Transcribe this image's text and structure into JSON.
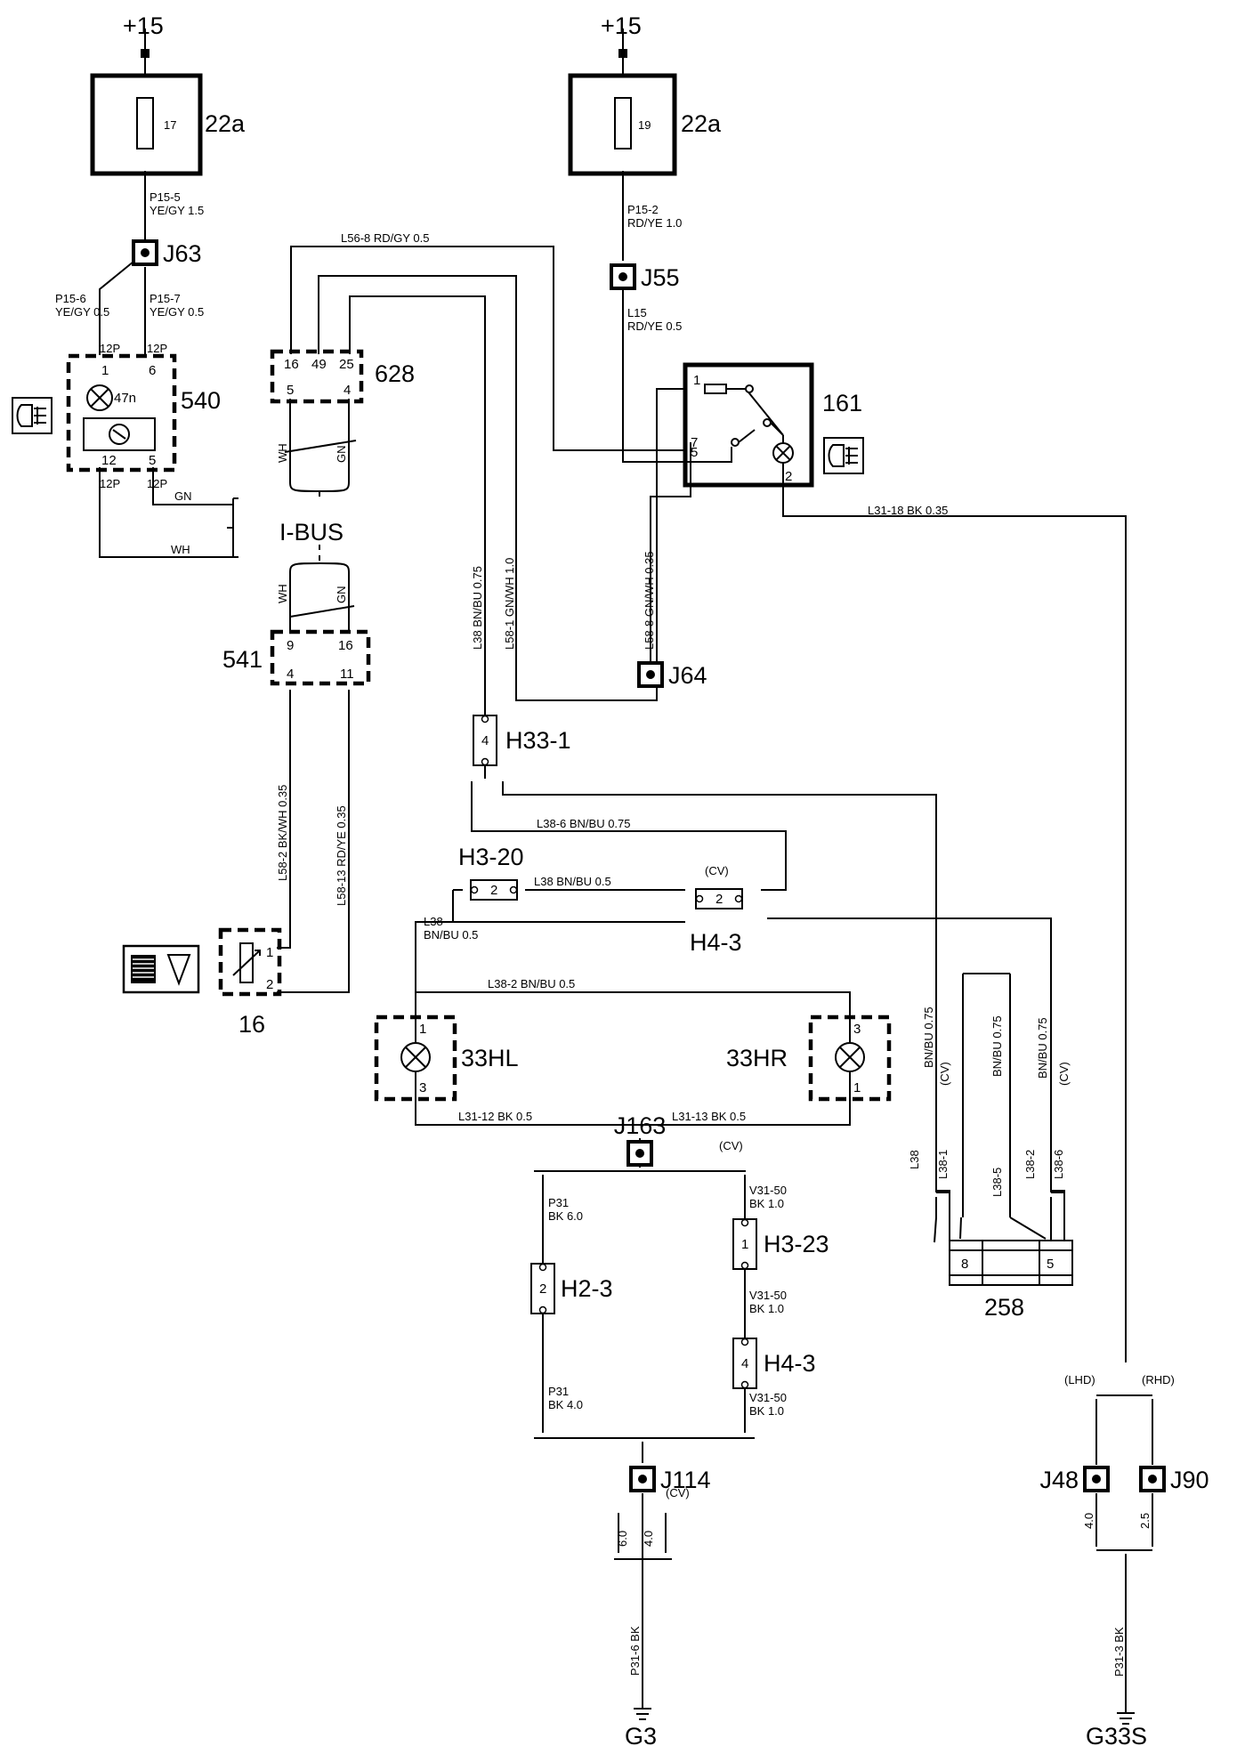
{
  "supply": [
    "+15",
    "+15"
  ],
  "fuses": [
    {
      "num": "17",
      "label": "22a"
    },
    {
      "num": "19",
      "label": "22a"
    }
  ],
  "components": {
    "c540": {
      "label": "540",
      "lamp": "47n",
      "pins": [
        "1",
        "6",
        "12",
        "5"
      ],
      "plugs": [
        "12P",
        "12P",
        "12P",
        "12P"
      ]
    },
    "c628": {
      "label": "628",
      "pins": [
        "16",
        "49",
        "25",
        "5",
        "4"
      ]
    },
    "c161": {
      "label": "161",
      "pins": [
        "1",
        "5",
        "7",
        "2"
      ]
    },
    "c541": {
      "label": "541",
      "pins": [
        "9",
        "16",
        "4",
        "11"
      ]
    },
    "c16": {
      "label": "16",
      "pins": [
        "1",
        "2"
      ]
    },
    "c33hl": {
      "label": "33HL",
      "pins": [
        "1",
        "3"
      ]
    },
    "c33hr": {
      "label": "33HR",
      "pins": [
        "3",
        "1"
      ]
    },
    "c258": {
      "label": "258",
      "pins": [
        "8",
        "5"
      ]
    }
  },
  "bus_label": "I-BUS",
  "junctions": [
    "J63",
    "J55",
    "J64",
    "J163",
    "J114",
    "J48",
    "J90"
  ],
  "connectors": [
    {
      "name": "H33-1",
      "pin": "4"
    },
    {
      "name": "H3-20",
      "pin": "2"
    },
    {
      "name": "H4-3",
      "pin": "2"
    },
    {
      "name": "H2-3",
      "pin": "2"
    },
    {
      "name": "H3-23",
      "pin": "1"
    },
    {
      "name": "H4-3",
      "pin": "4"
    }
  ],
  "grounds": [
    "G3",
    "G33S"
  ],
  "variants": {
    "cv": "(CV)",
    "lhd": "(LHD)",
    "rhd": "(RHD)"
  },
  "wire_labels": [
    [
      "P15-5",
      "YE/GY  1.5"
    ],
    [
      "P15-6",
      "YE/GY   0.5"
    ],
    [
      "P15-7",
      "YE/GY   0.5"
    ],
    [
      "L56-8      RD/GY   0.5"
    ],
    [
      "P15-2",
      "RD/YE   1.0"
    ],
    [
      "L15",
      "RD/YE   0.5"
    ],
    [
      "L31-18    BK    0.35"
    ],
    [
      "GN"
    ],
    [
      "WH"
    ],
    [
      "WH"
    ],
    [
      "GN"
    ],
    [
      "WH"
    ],
    [
      "GN"
    ],
    [
      "L38    BN/BU   0.75"
    ],
    [
      "L58-1    GN/WH   1.0"
    ],
    [
      "L58-8    GN/WH   0.35"
    ],
    [
      "L58-2    BK/WH   0.35"
    ],
    [
      "L58-13    RD/YE   0.35"
    ],
    [
      "L38-6   BN/BU    0.75"
    ],
    [
      "L38     BN/BU    0.5"
    ],
    [
      "L38",
      "BN/BU    0.5"
    ],
    [
      "L38-2      BN/BU    0.5"
    ],
    [
      "L31-12     BK    0.5"
    ],
    [
      "L31-13     BK    0.5"
    ],
    [
      "BN/BU   0.75"
    ],
    [
      "BN/BU   0.75"
    ],
    [
      "BN/BU   0.75"
    ],
    [
      "(CV)"
    ],
    [
      "(CV)"
    ],
    [
      "L38"
    ],
    [
      "L38-1"
    ],
    [
      "L38-5"
    ],
    [
      "L38-2"
    ],
    [
      "L38-6"
    ],
    [
      "P31",
      "BK   6.0"
    ],
    [
      "P31",
      "BK   4.0"
    ],
    [
      "V31-50",
      "BK   1.0"
    ],
    [
      "V31-50",
      "BK   1.0"
    ],
    [
      "V31-50",
      "BK   1.0"
    ],
    [
      "6.0"
    ],
    [
      "4.0"
    ],
    [
      "P31-6    BK"
    ],
    [
      "4.0"
    ],
    [
      "2.5"
    ],
    [
      "P31-3    BK"
    ]
  ],
  "icons": [
    "headlamp-icon",
    "headlamp-icon",
    "light-switch-dimmer-icon"
  ]
}
